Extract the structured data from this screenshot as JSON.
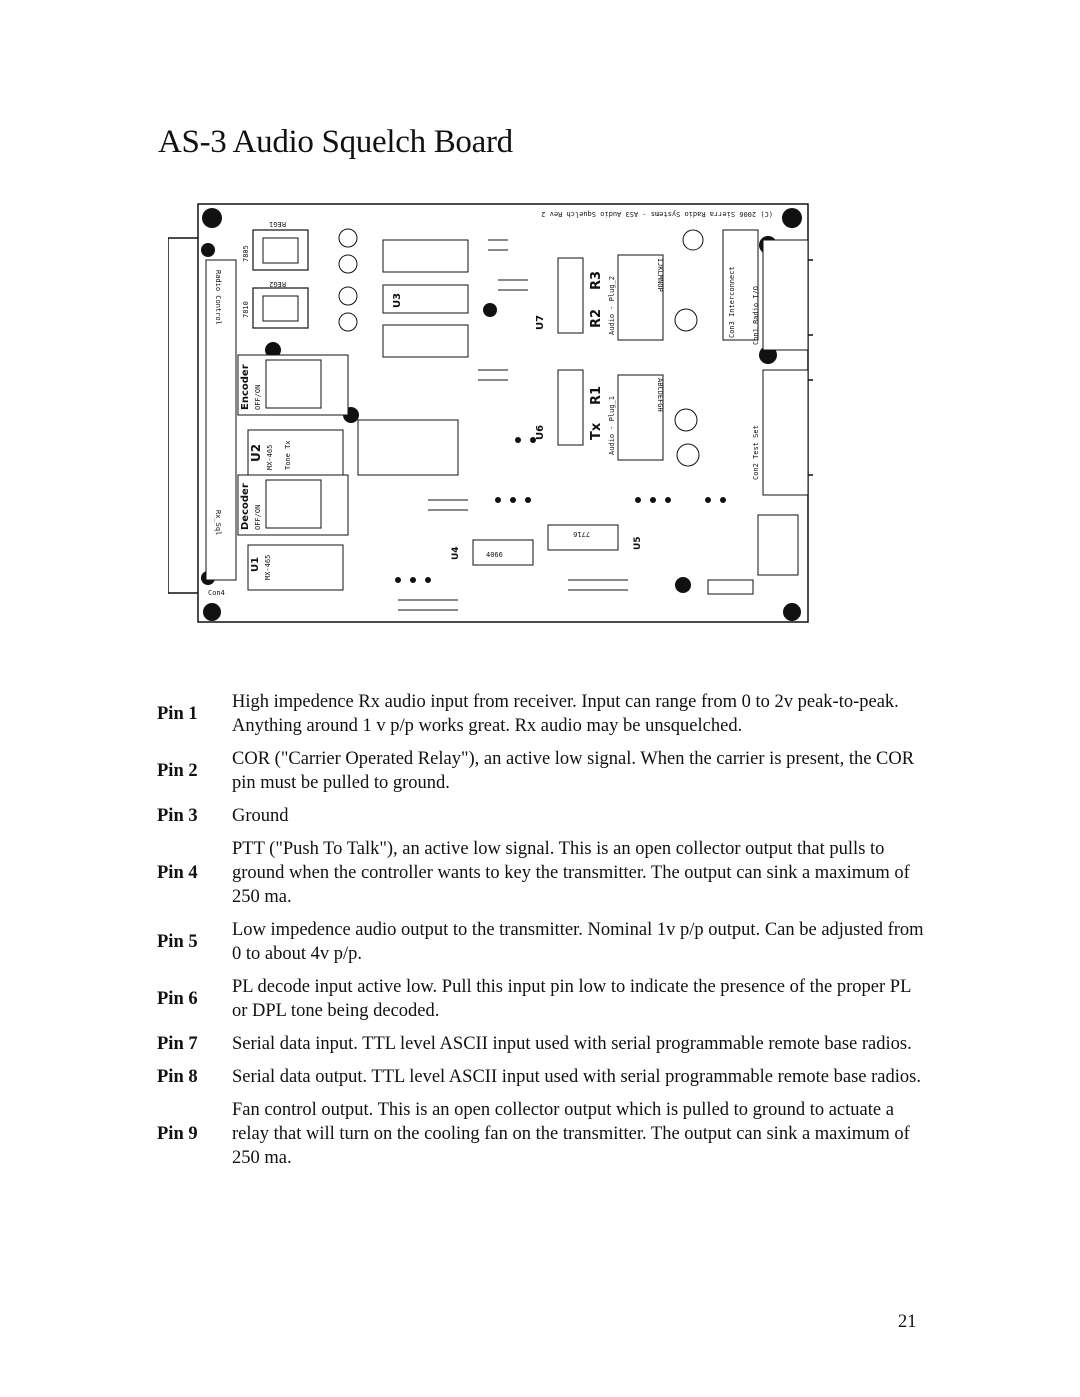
{
  "page": {
    "title": "AS-3 Audio Squelch Board",
    "page_number": "21"
  },
  "board": {
    "silkscreen_labels": {
      "copyright": "(C) 2006 Sierra Radio Systems - AS3 Audio Squelch Rev 2",
      "reg1": "REG1",
      "reg2": "REG2",
      "reg1_part": "7805",
      "reg2_part": "7810",
      "encoder": "Encoder",
      "decoder": "Decoder",
      "off_on_enc": "OFF/ON",
      "off_on_dec": "OFF/ON",
      "u2": "U2",
      "u1": "U1",
      "u3": "U3",
      "u4": "U4",
      "u5": "U5",
      "u6": "U6",
      "u7": "U7",
      "mx465_a": "MX-465",
      "mx465_b": "MX-465",
      "tone_tx": "Tone Tx",
      "ic_4066": "4066",
      "ic_7716": "7716",
      "r1": "R1",
      "r2": "R2",
      "r3": "R3",
      "tx": "Tx",
      "radio_ctrl": "Radio Control",
      "con1": "Con1 Radio I/O",
      "con2": "Con2 Test Set",
      "con3": "Con3 Interconnect",
      "audio_plug1": "Audio - Plug_1",
      "audio_plug2": "Audio - Plug_2",
      "con4": "Con4",
      "rx_sql": "Rx_Sql",
      "plug_letters_top": "IJKLMNOP",
      "plug_letters_bottom": "ABCDEFGH"
    }
  },
  "pins": [
    {
      "label": "Pin 1",
      "text": "High impedence Rx audio input from receiver. Input can range from 0 to 2v peak-to-peak. Anything around 1 v p/p works great. Rx audio may be unsquelched."
    },
    {
      "label": "Pin 2",
      "text": "COR (\"Carrier Operated Relay\"), an active low signal. When the carrier is present, the COR pin must be pulled to ground."
    },
    {
      "label": "Pin 3",
      "text": "Ground"
    },
    {
      "label": "Pin 4",
      "text": "PTT (\"Push To Talk\"), an active low signal. This is an open collector output that pulls to ground when the controller wants to key the transmitter. The output can sink a maximum of 250 ma."
    },
    {
      "label": "Pin 5",
      "text": "Low impedence audio output to the transmitter. Nominal 1v p/p output. Can be adjusted from 0 to about 4v p/p."
    },
    {
      "label": "Pin 6",
      "text": "PL decode input active low. Pull this input pin low to indicate the presence of the proper PL or DPL tone being decoded."
    },
    {
      "label": "Pin 7",
      "text": "Serial data input. TTL level ASCII input used with serial programmable remote base radios."
    },
    {
      "label": "Pin 8",
      "text": "Serial data output. TTL level ASCII input used with serial programmable remote base radios."
    },
    {
      "label": "Pin 9",
      "text": "Fan control output. This is an open collector output which is pulled to ground to actuate a relay that will turn on the cooling fan on the transmitter. The output can sink a maximum of 250 ma."
    }
  ]
}
